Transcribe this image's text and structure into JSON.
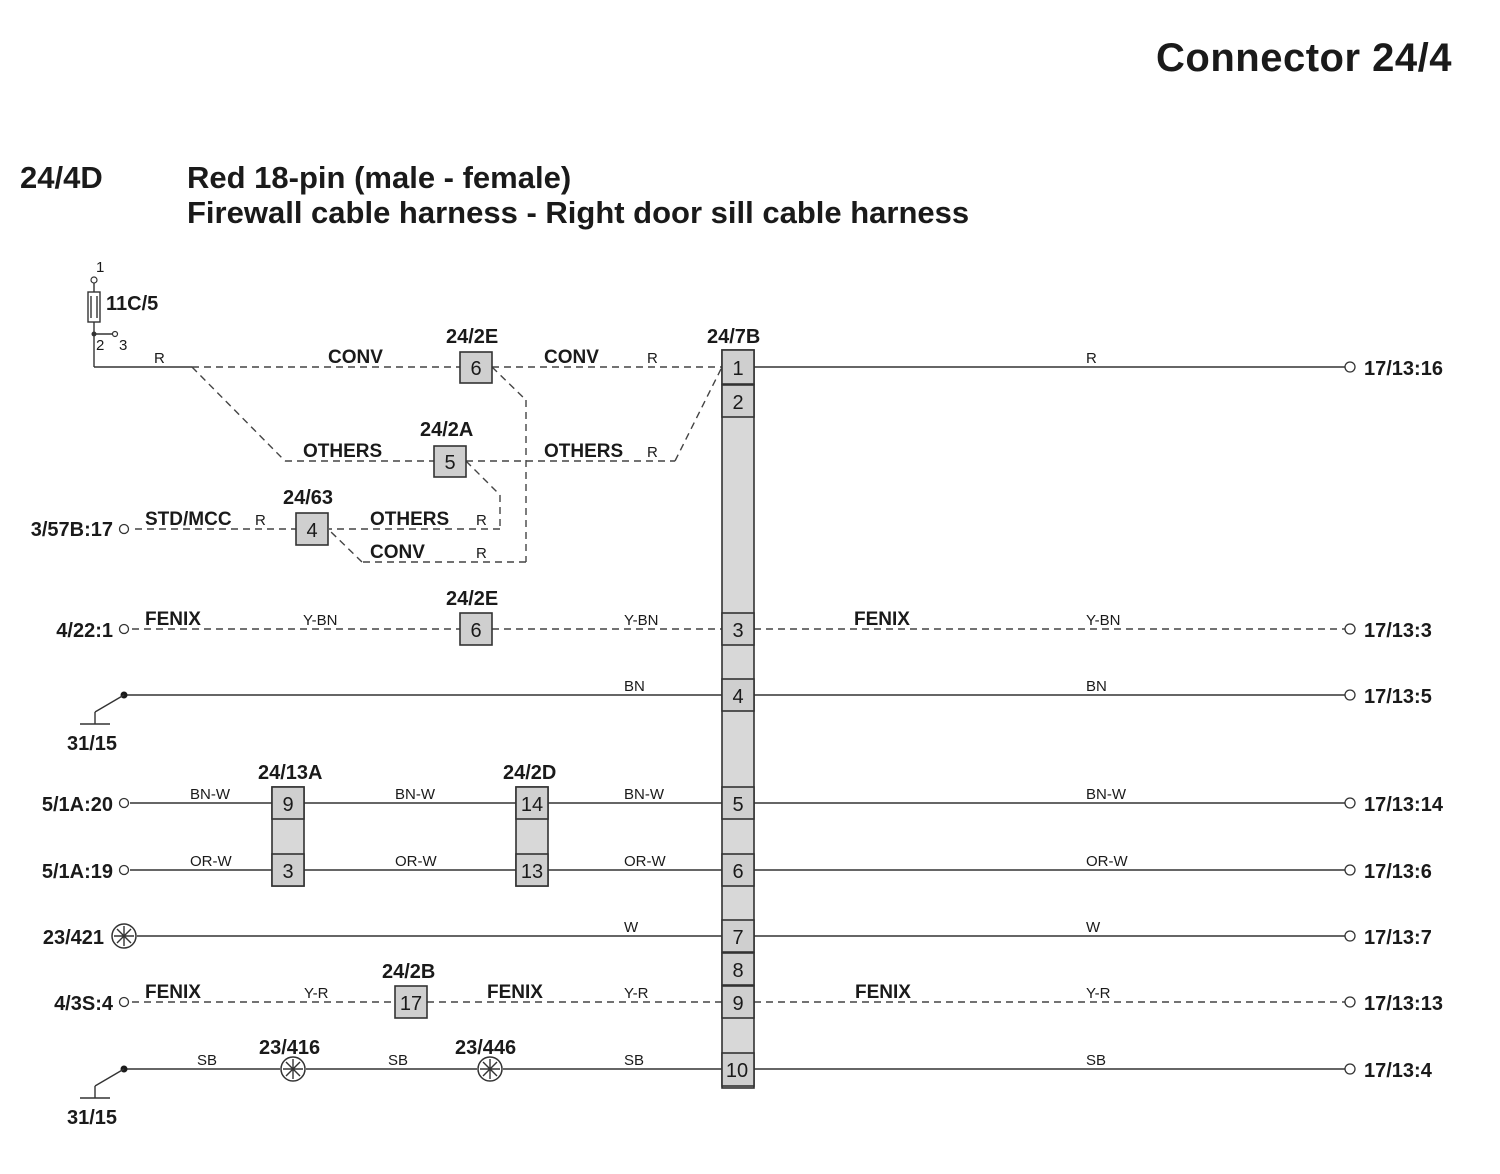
{
  "page": {
    "title": "Connector 24/4",
    "connector_id": "24/4D",
    "description_line1": "Red 18-pin (male - female)",
    "description_line2": "Firewall cable harness - Right door sill cable harness"
  },
  "components": {
    "fuse": "11C/5",
    "fuse_pin_1": "1",
    "fuse_pin_2": "2",
    "fuse_pin_3": "3",
    "c_24_2E_top": "24/2E",
    "c_24_2A": "24/2A",
    "c_24_63": "24/63",
    "c_24_7B": "24/7B",
    "c_24_2E_mid": "24/2E",
    "c_24_13A": "24/13A",
    "c_24_2D": "24/2D",
    "c_24_2B": "24/2B",
    "c_23_416": "23/416",
    "c_23_446": "23/446"
  },
  "terminals": {
    "left_3_57B_17": "3/57B:17",
    "left_4_22_1": "4/22:1",
    "ground_top": "31/15",
    "left_5_1A_20": "5/1A:20",
    "left_5_1A_19": "5/1A:19",
    "left_23_421": "23/421",
    "left_4_3S_4": "4/3S:4",
    "ground_bottom": "31/15",
    "right_17_13_16": "17/13:16",
    "right_17_13_3": "17/13:3",
    "right_17_13_5": "17/13:5",
    "right_17_13_14": "17/13:14",
    "right_17_13_6": "17/13:6",
    "right_17_13_7": "17/13:7",
    "right_17_13_13": "17/13:13",
    "right_17_13_4": "17/13:4"
  },
  "pins": {
    "p6_top": "6",
    "p5": "5",
    "p4": "4",
    "p6_mid": "6",
    "p9_a": "9",
    "p3_a": "3",
    "p14": "14",
    "p13": "13",
    "p17": "17",
    "main_1": "1",
    "main_2": "2",
    "main_3": "3",
    "main_4": "4",
    "main_5": "5",
    "main_6": "6",
    "main_7": "7",
    "main_8": "8",
    "main_9": "9",
    "main_10": "10"
  },
  "wires": {
    "r_fuse": "R",
    "conv_left": "CONV",
    "conv_right": "CONV",
    "r_conv_right": "R",
    "r_main_right": "R",
    "others_left": "OTHERS",
    "others_right": "OTHERS",
    "r_others_right": "R",
    "std_mcc": "STD/MCC",
    "r_std": "R",
    "others_63": "OTHERS",
    "r_others_63": "R",
    "conv_63": "CONV",
    "r_conv_63": "R",
    "fenix_3_left": "FENIX",
    "ybn_3_a": "Y-BN",
    "ybn_3_b": "Y-BN",
    "fenix_3_right": "FENIX",
    "ybn_3_c": "Y-BN",
    "bn_a": "BN",
    "bn_b": "BN",
    "bnw_a": "BN-W",
    "bnw_b": "BN-W",
    "bnw_c": "BN-W",
    "bnw_d": "BN-W",
    "orw_a": "OR-W",
    "orw_b": "OR-W",
    "orw_c": "OR-W",
    "orw_d": "OR-W",
    "w_a": "W",
    "w_b": "W",
    "fenix_9_left": "FENIX",
    "yr_a": "Y-R",
    "fenix_9_mid": "FENIX",
    "yr_b": "Y-R",
    "fenix_9_right": "FENIX",
    "yr_c": "Y-R",
    "sb_a": "SB",
    "sb_b": "SB",
    "sb_c": "SB",
    "sb_d": "SB"
  }
}
